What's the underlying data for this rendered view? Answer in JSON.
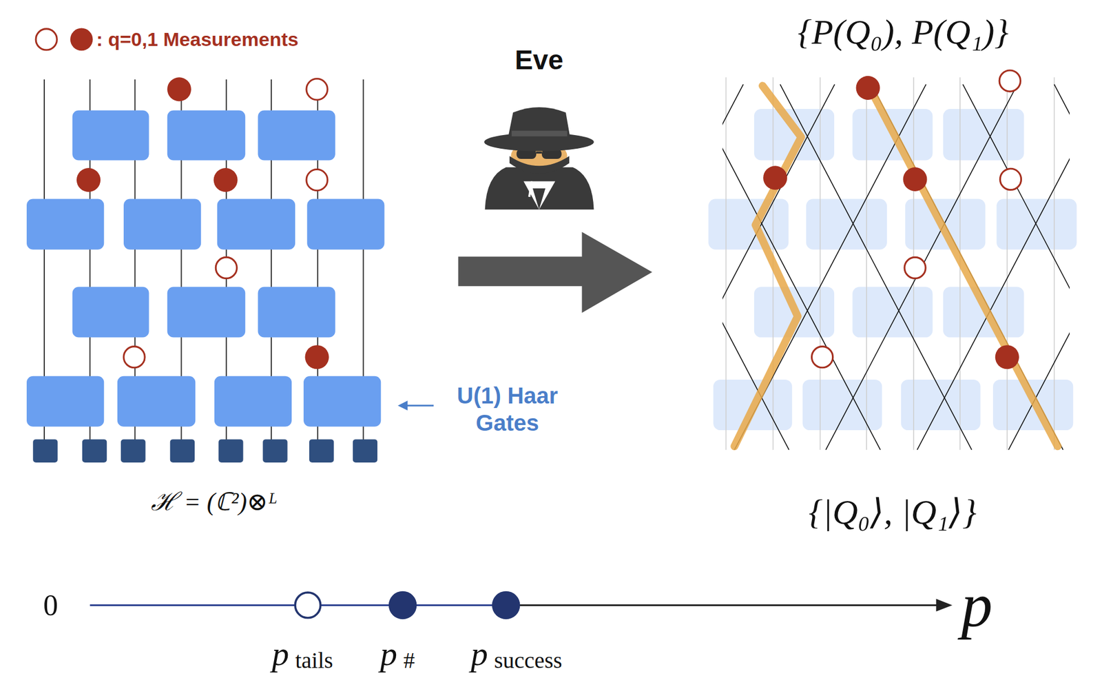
{
  "diagram": {
    "labels": [
      "Eve",
      "U(1) Haar Gates",
      "ℋ = (ℂ²)⊗ᴸ",
      "{P(Q₀), P(Q₁)}",
      "{|Q₀⟩, |Q₁⟩}",
      "0",
      "p",
      "tails",
      "p",
      "#",
      "p",
      "success",
      "p"
    ],
    "legend": [
      {
        "text": ": q=0,1 Measurements"
      }
    ]
  }
}
